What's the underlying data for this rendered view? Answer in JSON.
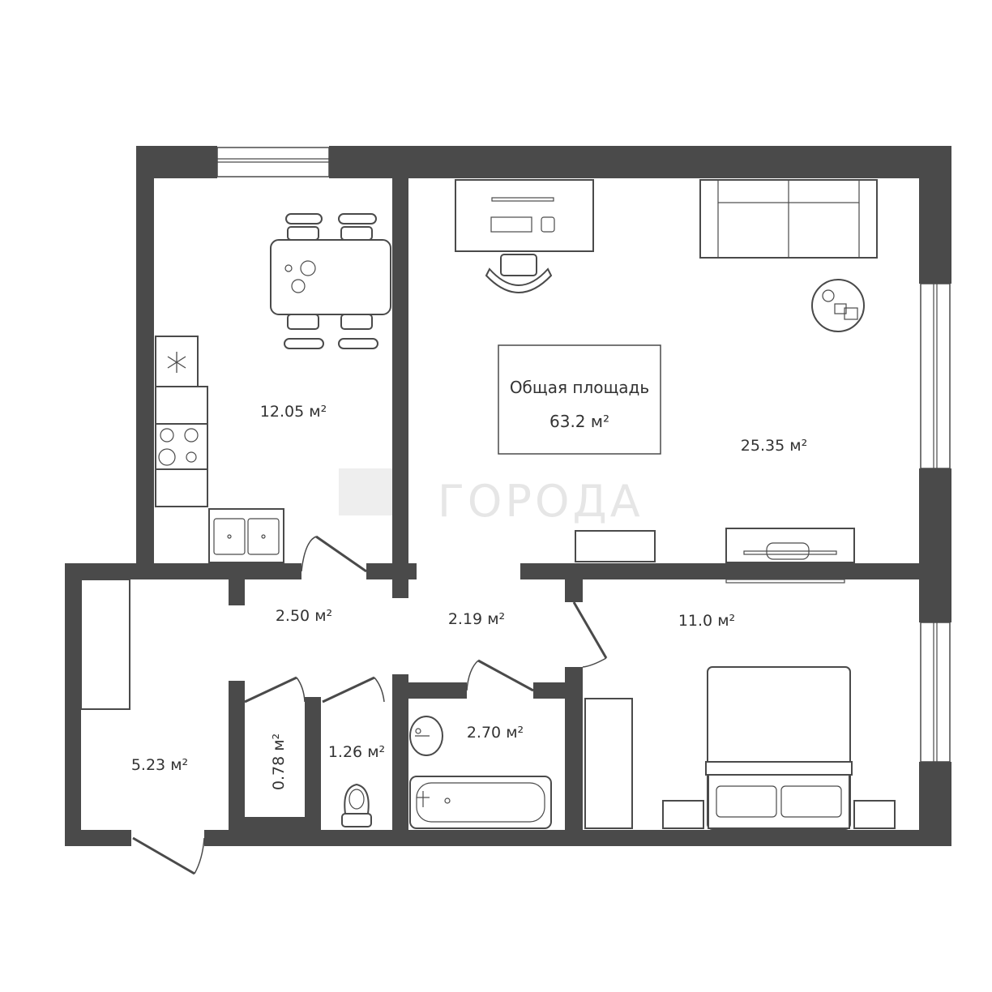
{
  "total": {
    "line1": "Общая площадь",
    "line2": "63.2 м²"
  },
  "rooms": {
    "kitchen": "12.05 м²",
    "living": "25.35 м²",
    "hall_left": "2.50 м²",
    "hall_center": "2.19 м²",
    "bedroom": "11.0 м²",
    "entrance": "5.23 м²",
    "closet": "0.78 м²",
    "toilet": "1.26 м²",
    "bathroom": "2.70 м²"
  },
  "watermark": "ГОРОДА",
  "colors": {
    "wall": "#4a4a4a",
    "background": "#ffffff",
    "watermark": "#e6e6e6"
  }
}
